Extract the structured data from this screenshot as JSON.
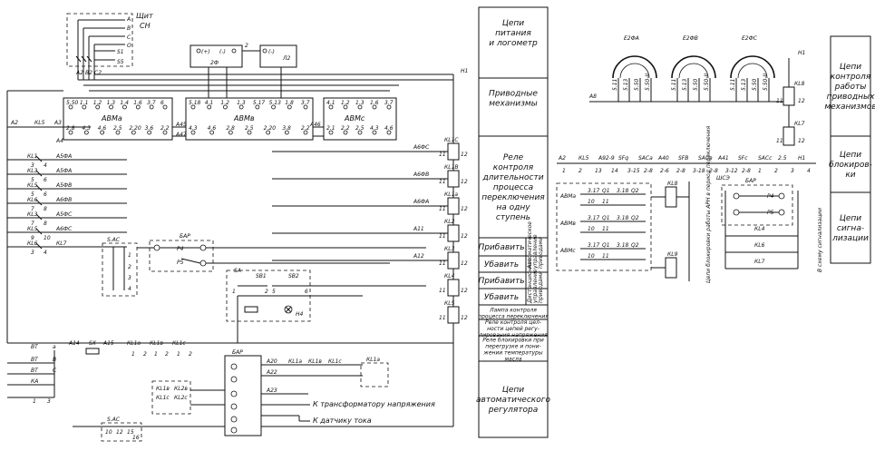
{
  "panel": {
    "title": "Щит",
    "subtitle": "СН",
    "phases": [
      "А",
      "В",
      "С",
      "О"
    ]
  },
  "fuses": {
    "f1": "S1",
    "f2": "S5",
    "a2": "А2",
    "b2": "В2",
    "c2": "С2"
  },
  "top_labels": {
    "small_box_1": [
      "(+)",
      "(-)",
      "2",
      "2Ф"
    ],
    "small_box_2": [
      "(-)",
      "Л2"
    ],
    "h1": "Н1"
  },
  "terminal_blocks": [
    {
      "name": "АВМа",
      "pins": [
        "5.50",
        "1.1",
        "1.2",
        "1.3",
        "1.4",
        "1.6",
        "3.7",
        "6",
        "2.8",
        "4.3",
        "4.6",
        "2.5",
        "2.20",
        "3.6",
        "2.2"
      ]
    },
    {
      "name": "АВМв",
      "pins": [
        "5.18",
        "4.1",
        "1.2",
        "1.3",
        "5.17",
        "5.13",
        "1.8",
        "3.7",
        "4.3",
        "4.6",
        "2.8",
        "2.5",
        "2.20",
        "3.8",
        "2.2"
      ]
    },
    {
      "name": "АВМс",
      "pins": [
        "4.1",
        "1.2",
        "1.3",
        "1.6",
        "3.7",
        "2.1",
        "2.2",
        "2.5",
        "4.3",
        "4.6"
      ]
    }
  ],
  "left_wires": {
    "top": [
      "А2",
      "КL5",
      "А3",
      "А4",
      "А45",
      "А47",
      "А46"
    ],
    "relays": [
      {
        "coil": "КL1",
        "wire": "А5ФА",
        "pins": [
          "3",
          "4"
        ]
      },
      {
        "coil": "КL3",
        "wire": "А5ФА",
        "pins": [
          "5",
          "6"
        ]
      },
      {
        "coil": "КL5",
        "wire": "А5ФВ",
        "pins": [
          "5",
          "6"
        ]
      },
      {
        "coil": "КL6",
        "wire": "А6ФВ",
        "pins": [
          "7",
          "8"
        ]
      },
      {
        "coil": "КL3",
        "wire": "А5ФС",
        "pins": [
          "7",
          "8"
        ]
      },
      {
        "coil": "КL5",
        "wire": "А6ФС",
        "pins": [
          "9",
          "10"
        ]
      },
      {
        "coil": "КL6",
        "wire": "КL7",
        "pins": [
          "3",
          "4",
          "3",
          "4"
        ]
      }
    ]
  },
  "right_coils": [
    {
      "label": "КL1С",
      "wire": "А6ФС",
      "pins": [
        "11",
        "12"
      ]
    },
    {
      "label": "КL1В",
      "wire": "А6ФВ",
      "pins": [
        "11",
        "12"
      ]
    },
    {
      "label": "КL1а",
      "wire": "А6ФА",
      "pins": [
        "11",
        "12"
      ]
    },
    {
      "label": "КL2",
      "wire": "А11",
      "pins": [
        "11",
        "12"
      ]
    },
    {
      "label": "КL3",
      "wire": "А12",
      "pins": [
        "11",
        "12"
      ]
    },
    {
      "label": "КL4",
      "wire": "",
      "pins": [
        "11",
        "12"
      ]
    },
    {
      "label": "КL5",
      "wire": "",
      "pins": [
        "11",
        "12"
      ]
    }
  ],
  "middle": {
    "sac": "S.AC",
    "sac_pins": [
      "1",
      "2",
      "3",
      "4"
    ],
    "bar1": {
      "title": "БАР",
      "pins": [
        "Р4",
        "Р5"
      ]
    },
    "sa": {
      "title": "SА",
      "contacts": [
        "SВ1",
        "SВ2"
      ],
      "pins": [
        "1",
        "2",
        "3",
        "4",
        "5",
        "6",
        "7",
        "8"
      ],
      "lamp": "Н4"
    },
    "bottom_left": [
      "ВТ",
      "ВТ",
      "ВТ",
      "КА",
      "а",
      "В",
      "С",
      "1",
      "3"
    ],
    "sx": "SХ",
    "sx_wires": [
      "А14",
      "А15",
      "КL1а",
      "КL1в",
      "КL1с"
    ],
    "sx_pins": [
      "1",
      "2",
      "1",
      "2",
      "1",
      "2"
    ],
    "bar2": {
      "title": "БАР",
      "wires": [
        "А20",
        "А22",
        "А23"
      ],
      "contacts": [
        "КL1а",
        "КL1в",
        "КL1с",
        "КL1а"
      ],
      "block": [
        "КL1в",
        "КL1с",
        "КL2в",
        "КL2с"
      ],
      "labels": [
        "К трансформатору напряжения",
        "К датчику тока"
      ]
    },
    "bottom_sac": {
      "title": "S.AC",
      "pins": [
        "10",
        "12",
        "15",
        "16"
      ]
    }
  },
  "legend": [
    {
      "text": [
        "Цепи",
        "питания",
        "и логометр"
      ]
    },
    {
      "text": [
        "Приводные",
        "механизмы"
      ]
    },
    {
      "text": [
        "Реле",
        "контроля",
        "длительности",
        "процесса",
        "переключения",
        "на одну",
        "ступень"
      ]
    },
    {
      "text": [
        "Прибавить"
      ],
      "side": [
        "Автоматическое",
        "управление",
        "приводами"
      ]
    },
    {
      "text": [
        "Убавить"
      ]
    },
    {
      "text": [
        "Прибавить"
      ],
      "side": [
        "Дистанционное",
        "управление",
        "приводами"
      ]
    },
    {
      "text": [
        "Убавить"
      ]
    },
    {
      "text": [
        "Лампа контроля",
        "процесса переключения"
      ]
    },
    {
      "text": [
        "Реле контроля цел-",
        "ности цепей регу-",
        "лирования напряжения"
      ]
    },
    {
      "text": [
        "Реле блокировки при",
        "перегрузке и пони-",
        "жении температуры",
        "масла"
      ]
    },
    {
      "text": [
        "Цепи",
        "автоматического",
        "регулятора"
      ]
    }
  ],
  "right_top": {
    "motors": [
      "Е2ФА",
      "Е2ФВ",
      "Е2ФС"
    ],
    "motor_pins": [
      [
        "5.11",
        "5.13",
        "5.50",
        "5.50-II"
      ],
      [
        "5.11",
        "5.13",
        "5.50",
        "5.50-II"
      ],
      [
        "5.11",
        "5.13",
        "5.50",
        "5.50-II"
      ]
    ],
    "h1": "Н1",
    "wire": "А8",
    "coils": [
      {
        "label": "КL8",
        "pins": [
          "11",
          "12"
        ]
      },
      {
        "label": "КL7",
        "pins": [
          "11",
          "12"
        ]
      }
    ]
  },
  "right_mid": {
    "chain": [
      "А2",
      "КL5",
      "А92-9",
      "SFq",
      "SACа",
      "А40",
      "SFВ",
      "SACв",
      "А41",
      "SFс",
      "SACс",
      "2.5",
      "Н1"
    ],
    "chain_pins": [
      "1",
      "2",
      "13",
      "14",
      "3-15",
      "2-8",
      "2-6",
      "2-8",
      "3-18",
      "2-8",
      "3-12",
      "2-8",
      "1",
      "2",
      "3",
      "4"
    ],
    "blocks": [
      "АВМа",
      "АВМв",
      "АВМс"
    ],
    "contacts": [
      "3.17",
      "Q1",
      "3.18",
      "Q2",
      "10",
      "11"
    ],
    "coils": [
      "КL8",
      "КL9"
    ],
    "vertical_text": "Цепи блокировки работы АРН в период переключения",
    "bar": "БАР",
    "bar_pins": [
      "Р4",
      "Р5"
    ],
    "relays": [
      "КL4",
      "КL6",
      "КL7"
    ],
    "wire": "ШСЭ",
    "signal_text": "В схему сигнализации"
  },
  "right_legend": [
    {
      "text": [
        "Цепи",
        "контроля",
        "работы",
        "приводных",
        "механизмов"
      ]
    },
    {
      "text": [
        "Цепи",
        "блокиров-",
        "ки"
      ]
    },
    {
      "text": [
        "Цепи",
        "сигна-",
        "лизации"
      ]
    }
  ],
  "colors": {
    "ink": "#111111",
    "paper": "#ffffff"
  }
}
